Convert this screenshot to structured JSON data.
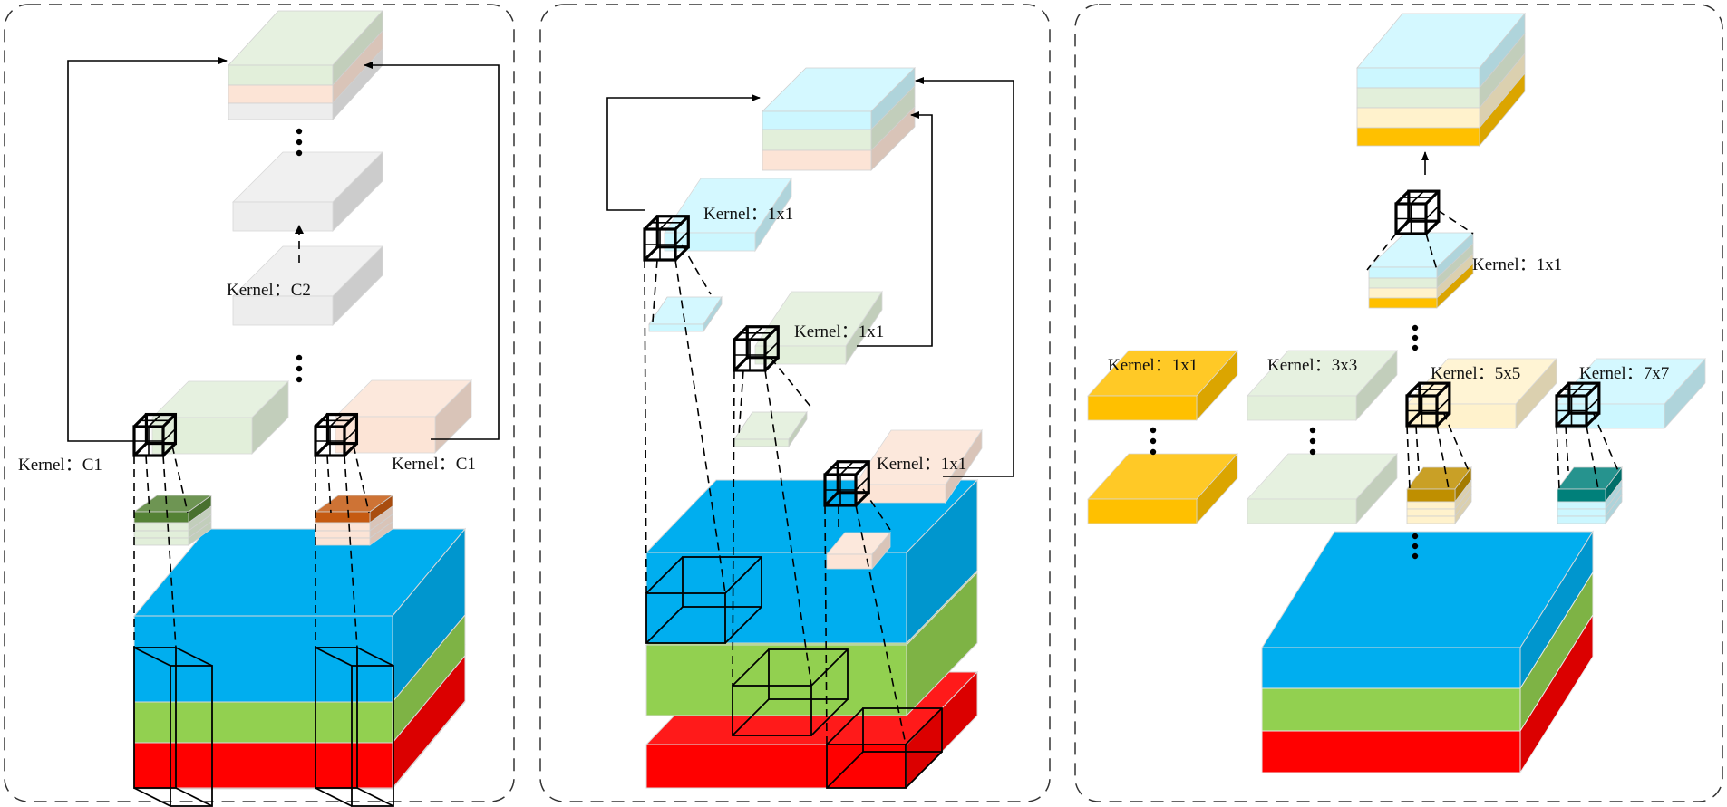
{
  "panel_a": {
    "labels": {
      "kernel_left": "Kernel：C1",
      "kernel_right": "Kernel：C1",
      "kernel_middle": "Kernel：C2"
    }
  },
  "panel_b": {
    "labels": {
      "kernel_top": "Kernel：1x1",
      "kernel_middle": "Kernel：1x1",
      "kernel_bottom": "Kernel：1x1"
    }
  },
  "panel_c": {
    "labels": {
      "kernel_top": "Kernel：1x1",
      "kernel_1": "Kernel：1x1",
      "kernel_2": "Kernel：3x3",
      "kernel_3": "Kernel：5x5",
      "kernel_4": "Kernel：7x7"
    }
  },
  "colors": {
    "blue": "#00AEEF",
    "green": "#92D050",
    "red": "#FF0000",
    "light_green": "#E2EFDA",
    "light_peach": "#FCE4D6",
    "light_gray": "#EDEDED",
    "light_cyan": "#CCF7FF",
    "orange": "#FFC000",
    "cream": "#FFF2CC",
    "dark_green": "#548235",
    "dark_orange": "#C55A11",
    "dark_gold": "#BF8F00",
    "teal": "#00807A"
  }
}
